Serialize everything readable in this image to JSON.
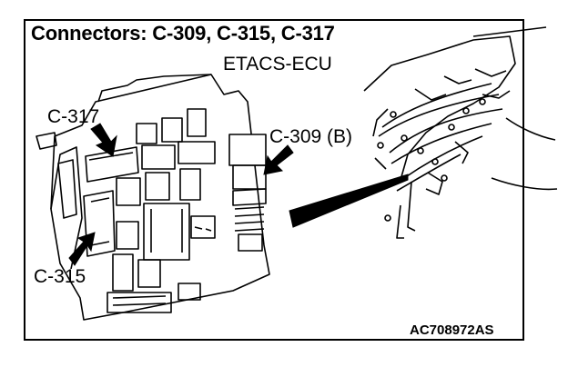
{
  "title": "Connectors: C-309, C-315, C-317",
  "labels": {
    "ecu": "ETACS-ECU",
    "c317": "C-317",
    "c309": "C-309 (B)",
    "c315": "C-315"
  },
  "figure_code": "AC708972AS"
}
